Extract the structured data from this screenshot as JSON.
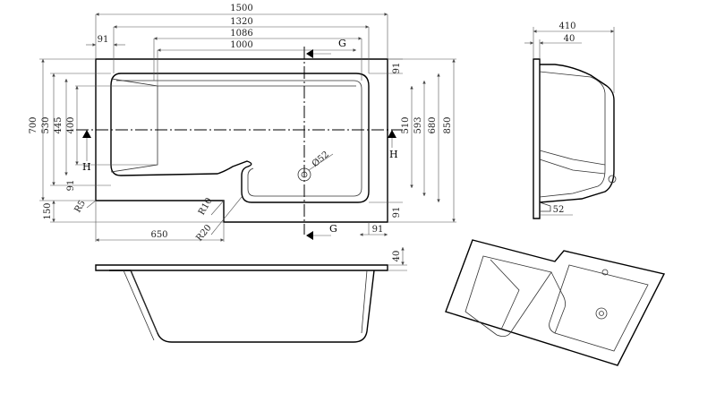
{
  "top_view": {
    "overall_width": "1500",
    "inner_width_1320": "1320",
    "inner_width_1086": "1086",
    "inner_width_1000": "1000",
    "left_offset": "91",
    "right_offset_top": "91",
    "right_offset_mid": "91",
    "right_offset_bottom": "91",
    "left_offset_lower": "91",
    "step_width": "650",
    "heights_left": [
      "700",
      "530",
      "445",
      "400"
    ],
    "heights_right": [
      "510",
      "593",
      "680",
      "850"
    ],
    "height_150": "150",
    "radius_r5": "R5",
    "radius_r10": "R10",
    "radius_r20": "R20",
    "waste_diameter": "Ø52",
    "section_g_top": "G",
    "section_g_bottom": "G",
    "section_h_left": "H",
    "section_h_right": "H"
  },
  "side_view_right": {
    "width_410": "410",
    "rim_40": "40",
    "waste_52": "52"
  },
  "front_view": {
    "rim_40": "40"
  }
}
